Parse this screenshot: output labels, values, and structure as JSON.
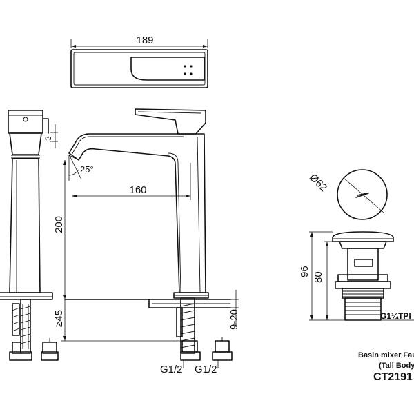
{
  "top_view": {
    "width_dim": "189"
  },
  "front_view": {
    "angle_dim": "25°",
    "reach_dim": "160",
    "height_dim": "200",
    "deck_dim": "≥45",
    "thickness_dim": "9-20",
    "connection_left": "G1/2",
    "connection_right": "G1/2"
  },
  "side_view": {
    "tab_dim": "3"
  },
  "waste": {
    "diameter_dim": "Ø62",
    "overall_height_dim": "96",
    "body_height_dim": "80",
    "thread_dim": "G1¼TPI"
  },
  "title_block": {
    "line1": "Basin mixer Fau",
    "line2": "(Tall Body",
    "code": "CT2191"
  }
}
